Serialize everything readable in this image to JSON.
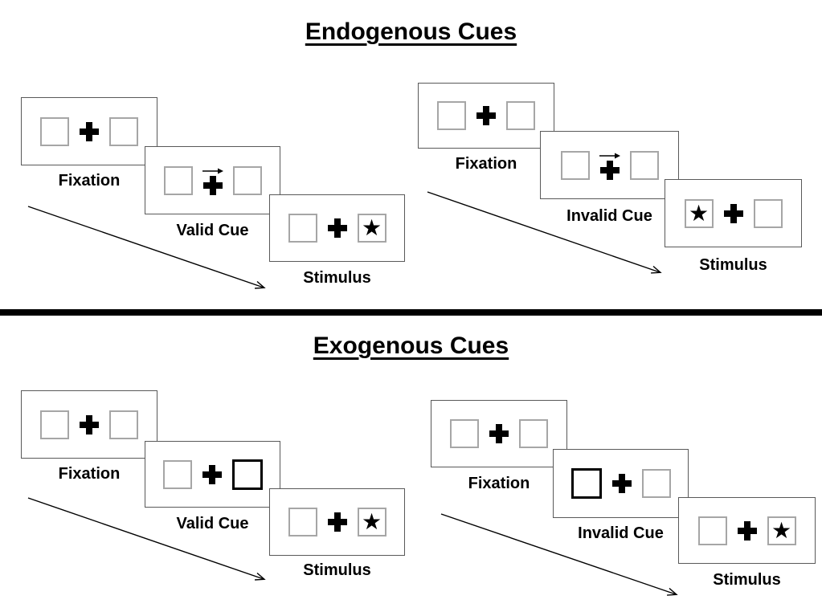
{
  "sections": [
    {
      "title": "Endogenous Cues",
      "groups": [
        {
          "condition": "valid",
          "fixation_label": "Fixation",
          "cue_label": "Valid Cue",
          "stimulus_label": "Stimulus",
          "cue_type": "central-arrow-pointing-right",
          "stimulus_star_side": "right"
        },
        {
          "condition": "invalid",
          "fixation_label": "Fixation",
          "cue_label": "Invalid Cue",
          "stimulus_label": "Stimulus",
          "cue_type": "central-arrow-pointing-right",
          "stimulus_star_side": "left"
        }
      ]
    },
    {
      "title": "Exogenous Cues",
      "groups": [
        {
          "condition": "valid",
          "fixation_label": "Fixation",
          "cue_label": "Valid Cue",
          "stimulus_label": "Stimulus",
          "cue_type": "peripheral-bold-box-right",
          "stimulus_star_side": "right"
        },
        {
          "condition": "invalid",
          "fixation_label": "Fixation",
          "cue_label": "Invalid Cue",
          "stimulus_label": "Stimulus",
          "cue_type": "peripheral-bold-box-left",
          "stimulus_star_side": "right"
        }
      ]
    }
  ],
  "glyphs": {
    "star": "★"
  },
  "colors": {
    "panel_border": "#595959",
    "box_border": "#a6a6a6",
    "ink": "#000000",
    "background": "#ffffff"
  }
}
